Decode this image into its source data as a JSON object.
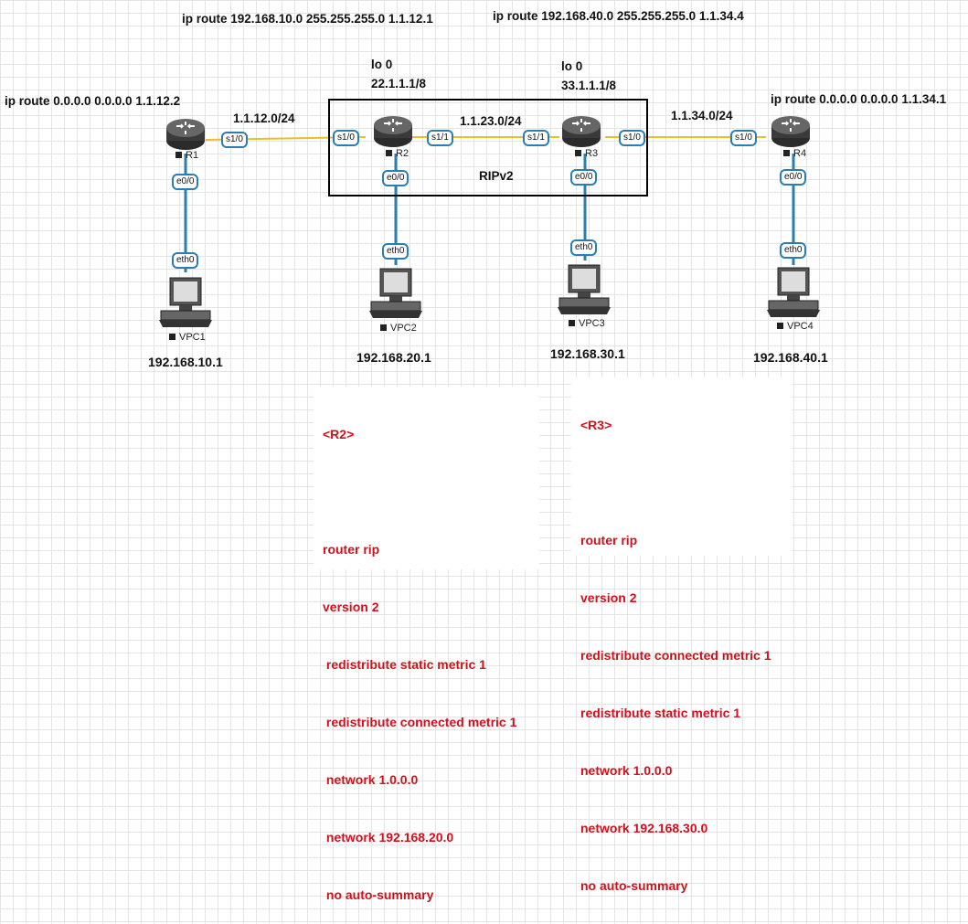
{
  "static_routes": {
    "r2_route": "ip route 192.168.10.0 255.255.255.0 1.1.12.1",
    "r3_route": "ip route 192.168.40.0 255.255.255.0 1.1.34.4",
    "r1_route": "ip route 0.0.0.0 0.0.0.0 1.1.12.2",
    "r4_route": "ip route 0.0.0.0 0.0.0.0 1.1.34.1"
  },
  "loopbacks": {
    "r2": {
      "name": "lo 0",
      "address": "22.1.1.1/8"
    },
    "r3": {
      "name": "lo 0",
      "address": "33.1.1.1/8"
    }
  },
  "subnets": {
    "r1_r2": "1.1.12.0/24",
    "r2_r3": "1.1.23.0/24",
    "r3_r4": "1.1.34.0/24"
  },
  "rip_domain_label": "RIPv2",
  "routers": [
    {
      "name": "R1",
      "ports": [
        "s1/0",
        "e0/0"
      ]
    },
    {
      "name": "R2",
      "ports": [
        "s1/0",
        "s1/1",
        "e0/0"
      ]
    },
    {
      "name": "R3",
      "ports": [
        "s1/1",
        "s1/0",
        "e0/0"
      ]
    },
    {
      "name": "R4",
      "ports": [
        "s1/0",
        "e0/0"
      ]
    }
  ],
  "pcs": [
    {
      "name": "VPC1",
      "port": "eth0",
      "ip": "192.168.10.1"
    },
    {
      "name": "VPC2",
      "port": "eth0",
      "ip": "192.168.20.1"
    },
    {
      "name": "VPC3",
      "port": "eth0",
      "ip": "192.168.30.1"
    },
    {
      "name": "VPC4",
      "port": "eth0",
      "ip": "192.168.40.1"
    }
  ],
  "configs": {
    "r2": {
      "lines": [
        "<R2>",
        "",
        "router rip",
        "version 2",
        " redistribute static metric 1",
        " redistribute connected metric 1",
        " network 1.0.0.0",
        " network 192.168.20.0",
        " no auto-summary"
      ]
    },
    "r3": {
      "lines": [
        "<R3>",
        "",
        "router rip",
        "version 2",
        "redistribute connected metric 1",
        "redistribute static metric 1",
        "network 1.0.0.0",
        "network 192.168.30.0",
        "no auto-summary"
      ]
    }
  },
  "colors": {
    "serial_link": "#e8c12a",
    "ethernet_link": "#2a7fb0",
    "config_text": "#d0111c",
    "router_body": "#3a3a3a"
  }
}
